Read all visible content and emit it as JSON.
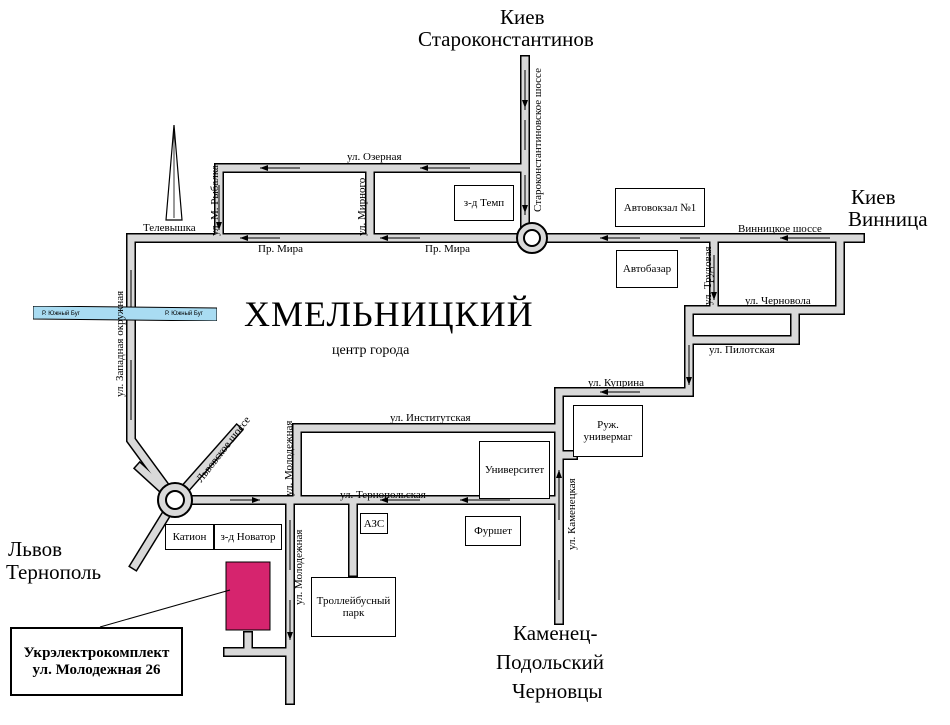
{
  "title": "ХМЕЛЬНИЦКИЙ",
  "subtitle": "центр города",
  "directions": {
    "north_line1": "Киев",
    "north_line2": "Староконстантинов",
    "east_line1": "Киев",
    "east_line2": "Винница",
    "west_line1": "Львов",
    "west_line2": "Тернополь",
    "south_line1": "Каменец-",
    "south_line2": "Подольский",
    "south_line3": "Черновцы"
  },
  "streets": {
    "ozernaya": "ул. Озерная",
    "mira_left": "Пр. Мира",
    "mira_right": "Пр. Мира",
    "rybalka": "ул. М. Рыбалка",
    "mirnogo": "ул. Мирного",
    "starokonst": "Староконстантиновское шоссе",
    "vinnitskoe": "Винницкое шоссе",
    "trudovaya": "ул. Трудовая",
    "chernovola": "ул. Черновола",
    "pilotskaya": "ул. Пилотская",
    "kuprina": "ул. Куприна",
    "institutskaya": "ул. Институтская",
    "ternopolskaya": "ул. Тернопольская",
    "kamenetskaya": "ул. Каменецкая",
    "molodezhnaya_top": "ул. Молодежная",
    "molodezhnaya_bottom": "ул. Молодежная",
    "zapadnaya": "ул. Западная окружная",
    "lvovskoe": "Львовское шоссе",
    "teleyshka": "Телевышка"
  },
  "river": {
    "label_left": "Р. Южный Буг",
    "label_right": "Р. Южный Буг"
  },
  "places": {
    "temp": "з-д Темп",
    "avtovokzal": "Автовокзал №1",
    "avtobazar": "Автобазар",
    "ruzh_line1": "Руж.",
    "ruzh_line2": "универмаг",
    "university": "Университет",
    "azs": "АЗС",
    "furshet": "Фуршет",
    "kation": "Катион",
    "novator": "з-д Новатор",
    "trolleybus_line1": "Троллейбусный",
    "trolleybus_line2": "парк"
  },
  "callout": {
    "line1": "Укрэлектрокомплект",
    "line2": "ул. Молодежная 26"
  },
  "colors": {
    "target": "#d6246e",
    "river": "#a9dcf2",
    "road": "#d9d9d9"
  }
}
